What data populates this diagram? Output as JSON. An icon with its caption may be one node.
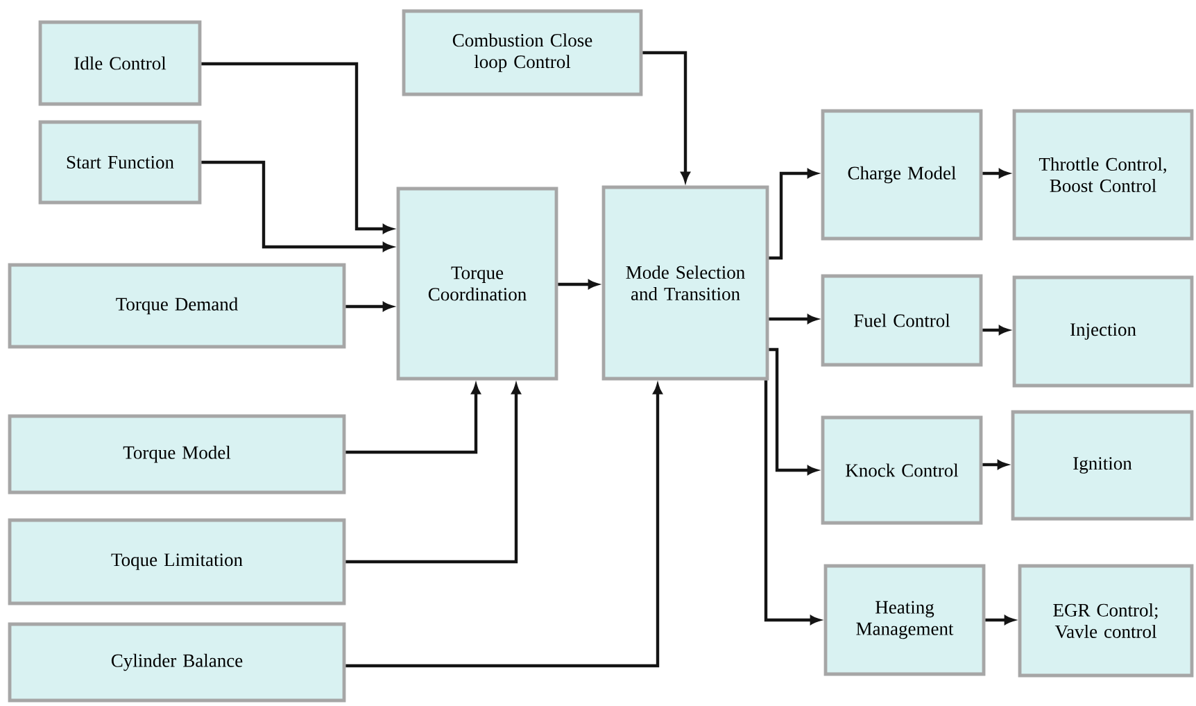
{
  "diagram": {
    "nodes": [
      {
        "text": [
          "Idle Control"
        ]
      },
      {
        "text": [
          "Start Function"
        ]
      },
      {
        "text": [
          "Combustion Close loop Control"
        ]
      },
      {
        "text": [
          "Torque Demand"
        ]
      },
      {
        "text": [
          "Torque Coordination"
        ]
      },
      {
        "text": [
          "Mode Selection and Transition"
        ]
      },
      {
        "text": [
          "Charge Model"
        ]
      },
      {
        "text": [
          "Throttle Control, Boost Control"
        ]
      },
      {
        "text": [
          "Fuel Control"
        ]
      },
      {
        "text": [
          "Injection"
        ]
      },
      {
        "text": [
          "Torque Model"
        ]
      },
      {
        "text": [
          "Knock Control"
        ]
      },
      {
        "text": [
          "Ignition"
        ]
      },
      {
        "text": [
          "Toque Limitation"
        ]
      },
      {
        "text": [
          "Heating Management"
        ]
      },
      {
        "text": [
          "EGR Control; Vavle control"
        ]
      },
      {
        "text": [
          "Cylinder Balance"
        ]
      }
    ],
    "edges": [
      {
        "from": 0,
        "to": 4,
        "arrow": "to"
      },
      {
        "from": 1,
        "to": 4,
        "arrow": "to"
      },
      {
        "from": 3,
        "to": 4,
        "arrow": "to"
      },
      {
        "from": 10,
        "to": 4,
        "arrow": "to"
      },
      {
        "from": 13,
        "to": 4,
        "arrow": "to"
      },
      {
        "from": 2,
        "to": 5,
        "arrow": "to"
      },
      {
        "from": 4,
        "to": 5,
        "arrow": "to"
      },
      {
        "from": 16,
        "to": 5,
        "arrow": "to"
      },
      {
        "from": 5,
        "to": 6,
        "arrow": "to"
      },
      {
        "from": 5,
        "to": 8,
        "arrow": "to"
      },
      {
        "from": 5,
        "to": 11,
        "arrow": "to"
      },
      {
        "from": 5,
        "to": 14,
        "arrow": "to"
      },
      {
        "from": 6,
        "to": 7,
        "arrow": "to"
      },
      {
        "from": 8,
        "to": 9,
        "arrow": "to"
      },
      {
        "from": 11,
        "to": 12,
        "arrow": "to"
      },
      {
        "from": 14,
        "to": 15,
        "arrow": "to"
      }
    ]
  }
}
